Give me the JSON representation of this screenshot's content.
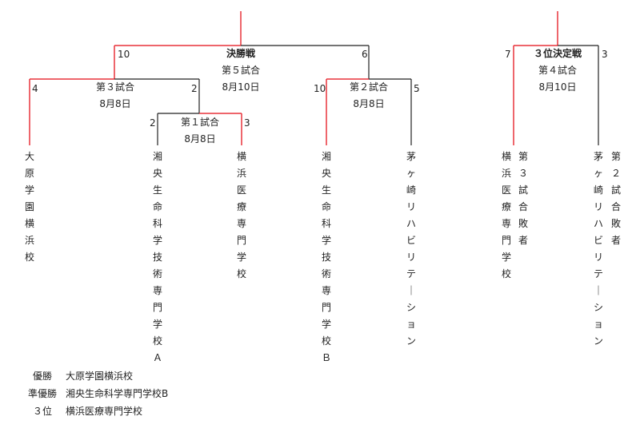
{
  "colors": {
    "winner": "#e8323a",
    "loser": "#222222"
  },
  "final": {
    "title": "決勝戦",
    "match": "第５試合",
    "date": "8月10日",
    "score_left": "10",
    "score_right": "6"
  },
  "third_place": {
    "title": "３位決定戦",
    "match": "第４試合",
    "date": "8月10日",
    "score_left": "7",
    "score_right": "3",
    "left_team": "横浜医療専門学校",
    "left_note": "第３試合敗者",
    "right_team": "茅ヶ崎リハビリテーション",
    "right_note": "第２試合敗者"
  },
  "match3": {
    "match": "第３試合",
    "date": "8月8日",
    "score_left": "4",
    "score_right": "2"
  },
  "match2": {
    "match": "第２試合",
    "date": "8月8日",
    "score_left": "10",
    "score_right": "5"
  },
  "match1": {
    "match": "第１試合",
    "date": "8月8日",
    "score_left": "2",
    "score_right": "3"
  },
  "teams": {
    "t1": "大原学園横浜校",
    "t2": "湘央生命科学技術専門学校Ａ",
    "t3": "横浜医療専門学校",
    "t4": "湘央生命科学技術専門学校Ｂ",
    "t5": "茅ヶ崎リハビリテーション"
  },
  "summary": [
    {
      "label": "優勝",
      "value": "大原学園横浜校"
    },
    {
      "label": "準優勝",
      "value": "湘央生命科学専門学校B"
    },
    {
      "label": "３位",
      "value": "横浜医療専門学校"
    }
  ]
}
